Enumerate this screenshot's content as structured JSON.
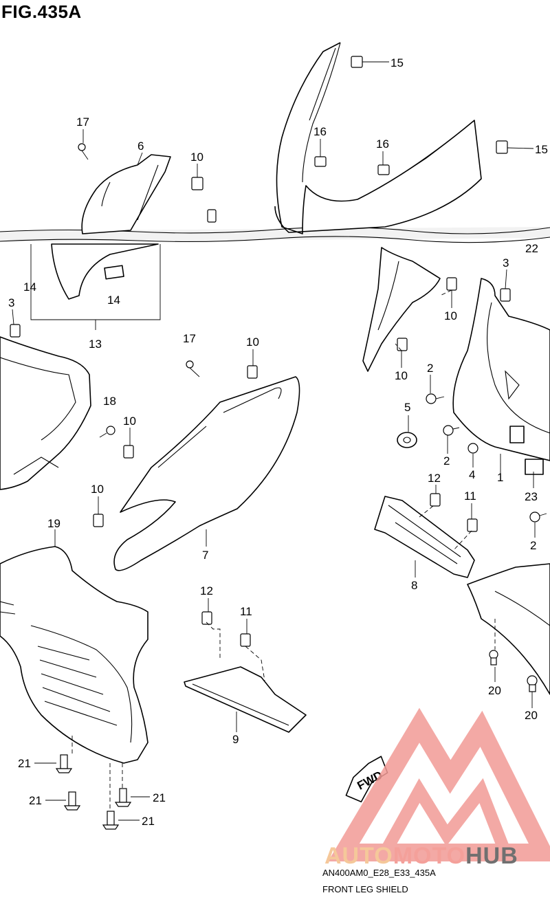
{
  "figure": {
    "title": "FIG.435A",
    "drawing_code": "AN400AM0_E28_E33_435A",
    "drawing_name": "FRONT LEG SHIELD",
    "fwd_label": "FWD"
  },
  "watermark": {
    "part1": "AUTO",
    "part2": "MOTO",
    "part3": "HUB",
    "colors": {
      "auto": "#f5c89a",
      "moto": "#f4a09a",
      "hub": "#707070",
      "triangle": "#f29b96"
    }
  },
  "callouts": [
    {
      "id": "c15a",
      "text": "15"
    },
    {
      "id": "c15b",
      "text": "15"
    },
    {
      "id": "c17a",
      "text": "17"
    },
    {
      "id": "c6",
      "text": "6"
    },
    {
      "id": "c10a",
      "text": "10"
    },
    {
      "id": "c16a",
      "text": "16"
    },
    {
      "id": "c16b",
      "text": "16"
    },
    {
      "id": "c22",
      "text": "22"
    },
    {
      "id": "c14a",
      "text": "14"
    },
    {
      "id": "c14b",
      "text": "14"
    },
    {
      "id": "c13",
      "text": "13"
    },
    {
      "id": "c3a",
      "text": "3"
    },
    {
      "id": "c3b",
      "text": "3"
    },
    {
      "id": "c10b",
      "text": "10"
    },
    {
      "id": "c10c",
      "text": "10"
    },
    {
      "id": "c17b",
      "text": "17"
    },
    {
      "id": "c10d",
      "text": "10"
    },
    {
      "id": "c2a",
      "text": "2"
    },
    {
      "id": "c18",
      "text": "18"
    },
    {
      "id": "c10e",
      "text": "10"
    },
    {
      "id": "c5",
      "text": "5"
    },
    {
      "id": "c2b",
      "text": "2"
    },
    {
      "id": "c4",
      "text": "4"
    },
    {
      "id": "c1",
      "text": "1"
    },
    {
      "id": "c12a",
      "text": "12"
    },
    {
      "id": "c11a",
      "text": "11"
    },
    {
      "id": "c23",
      "text": "23"
    },
    {
      "id": "c10f",
      "text": "10"
    },
    {
      "id": "c2c",
      "text": "2"
    },
    {
      "id": "c19",
      "text": "19"
    },
    {
      "id": "c7",
      "text": "7"
    },
    {
      "id": "c8",
      "text": "8"
    },
    {
      "id": "c12b",
      "text": "12"
    },
    {
      "id": "c11b",
      "text": "11"
    },
    {
      "id": "c20a",
      "text": "20"
    },
    {
      "id": "c20b",
      "text": "20"
    },
    {
      "id": "c9",
      "text": "9"
    },
    {
      "id": "c21a",
      "text": "21"
    },
    {
      "id": "c21b",
      "text": "21"
    },
    {
      "id": "c21c",
      "text": "21"
    },
    {
      "id": "c21d",
      "text": "21"
    }
  ]
}
